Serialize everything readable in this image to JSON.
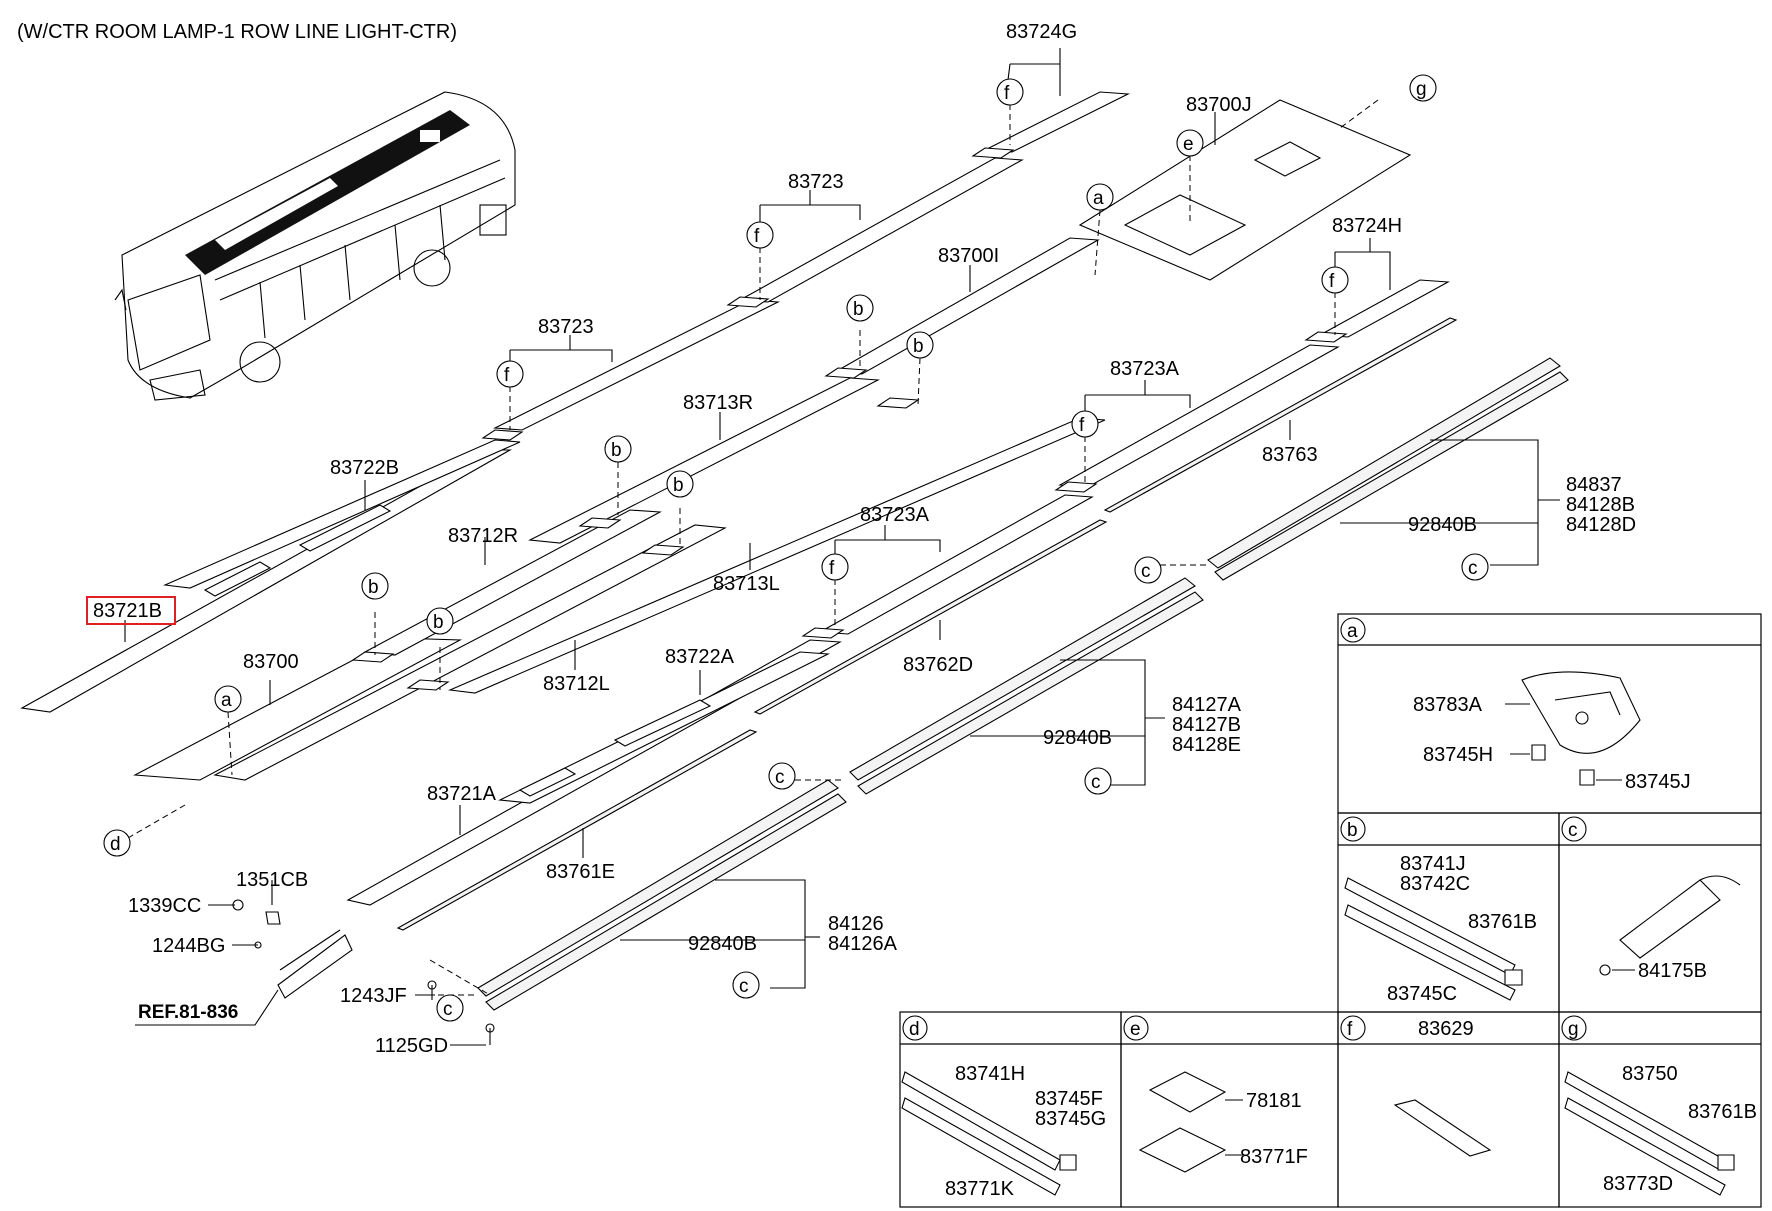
{
  "title": "(W/CTR ROOM LAMP-1 ROW LINE LIGHT-CTR)",
  "highlighted_part": "83721B",
  "callout_letters": [
    "a",
    "b",
    "c",
    "d",
    "e",
    "f",
    "g"
  ],
  "part_labels": [
    "83724G",
    "83700J",
    "83723",
    "83700I",
    "83724H",
    "83723",
    "83713R",
    "83723A",
    "83763",
    "84837",
    "84128B",
    "84128D",
    "92840B",
    "83722B",
    "83712R",
    "83713L",
    "83723A",
    "83721B",
    "83700",
    "83712L",
    "83722A",
    "83762D",
    "84127A",
    "84127B",
    "84128E",
    "92840B",
    "83721A",
    "83761E",
    "1351CB",
    "1339CC",
    "1244BG",
    "84126",
    "84126A",
    "92840B",
    "1243JF",
    "1125GD"
  ],
  "ref_label": "REF.81-836",
  "detail_panels": {
    "a": [
      "83783A",
      "83745H",
      "83745J"
    ],
    "b": [
      "83741J",
      "83742C",
      "83761B",
      "83745C"
    ],
    "c": [
      "84175B"
    ],
    "d": [
      "83741H",
      "83745F",
      "83745G",
      "83771K"
    ],
    "e": [
      "78181",
      "83771F"
    ],
    "f": [
      "83629"
    ],
    "g": [
      "83750",
      "83761B",
      "83773D"
    ]
  },
  "colors": {
    "line": "#000000",
    "highlight": "#e02020",
    "background": "#ffffff"
  }
}
